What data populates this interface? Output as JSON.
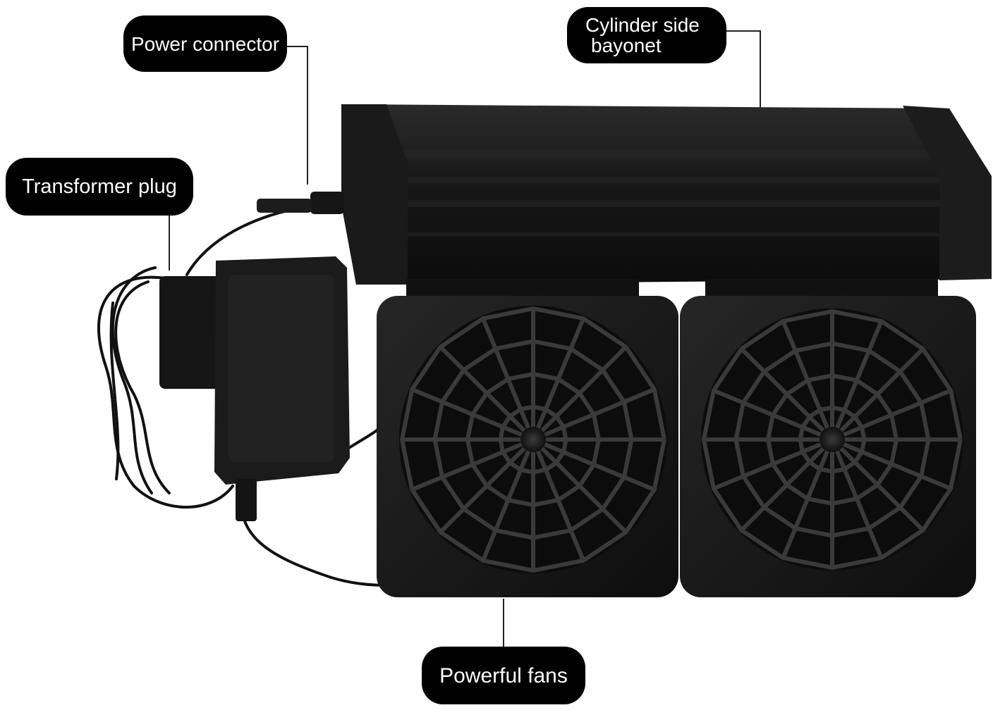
{
  "labels": {
    "power_connector": "Power connector",
    "cylinder_side_line1": "Cylinder side",
    "cylinder_side_line2": "bayonet",
    "transformer_plug": "Transformer plug",
    "powerful_fans": "Powerful fans"
  },
  "colors": {
    "background": "#ffffff",
    "callout": "#000000",
    "callout_text": "#ffffff",
    "device": "#141414"
  }
}
